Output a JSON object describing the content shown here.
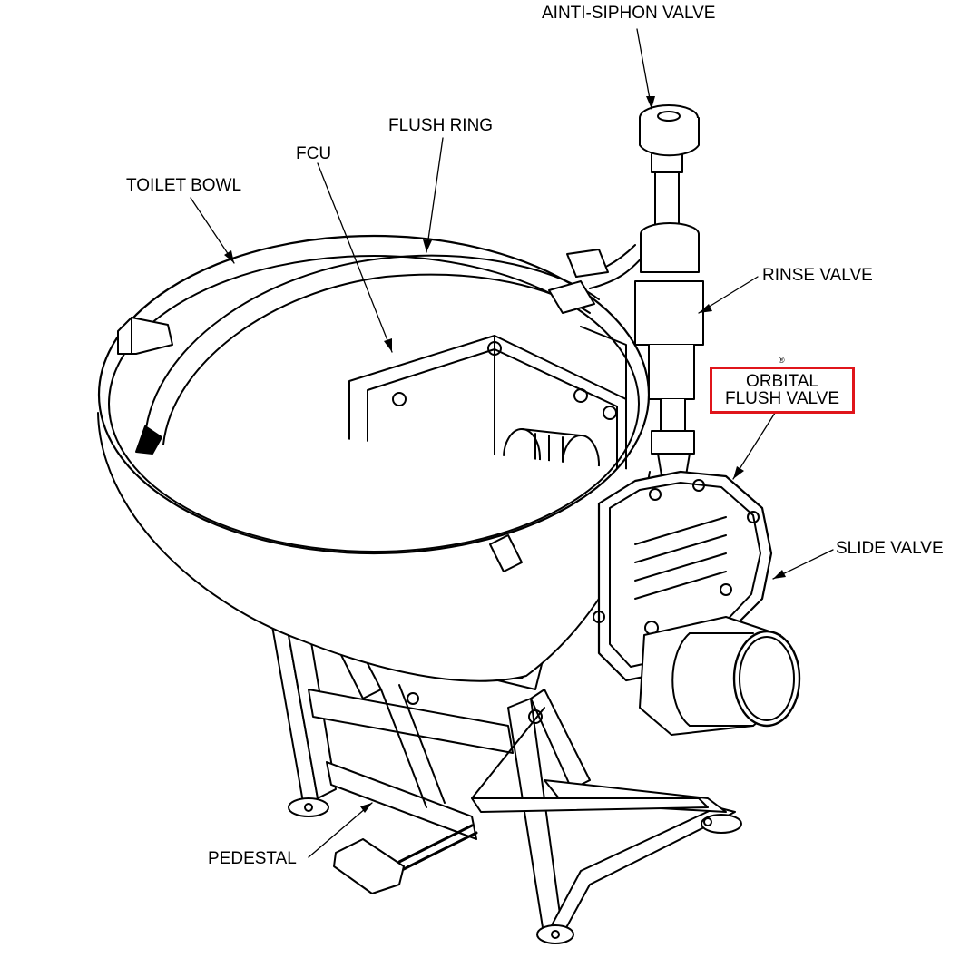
{
  "labels": {
    "anti_siphon_valve": "AINTI-SIPHON VALVE",
    "flush_ring": "FLUSH RING",
    "fcu": "FCU",
    "toilet_bowl": "TOILET BOWL",
    "rinse_valve": "RINSE VALVE",
    "orbital_flush_valve_line1": "ORBITAL",
    "orbital_flush_valve_line2": "FLUSH VALVE",
    "slide_valve": "SLIDE VALVE",
    "pedestal": "PEDESTAL",
    "registered_mark": "®"
  },
  "colors": {
    "highlight": "#e0151b",
    "line": "#000000",
    "background": "#ffffff"
  }
}
